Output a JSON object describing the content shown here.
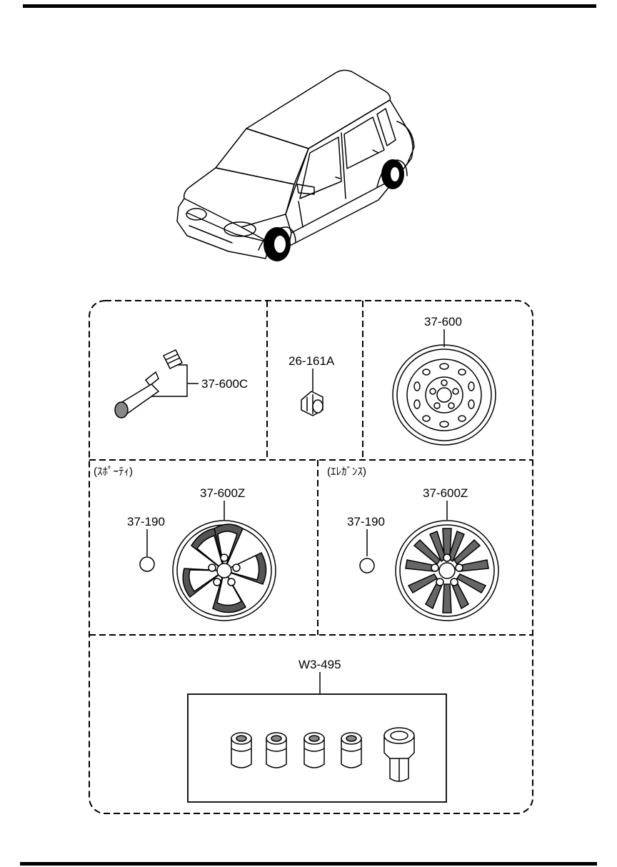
{
  "diagram": {
    "parts": {
      "valve": "37-600C",
      "nut": "26-161A",
      "steel_wheel": "37-600",
      "sporty_ornament": "37-190",
      "sporty_wheel": "37-600Z",
      "elegance_ornament": "37-190",
      "elegance_wheel": "37-600Z",
      "lock_nut_set": "W3-495"
    },
    "sections": {
      "sporty": "(ｽﾎﾟｰﾃｨ)",
      "elegance": "(ｴﾚｶﾞﾝｽ)"
    }
  }
}
